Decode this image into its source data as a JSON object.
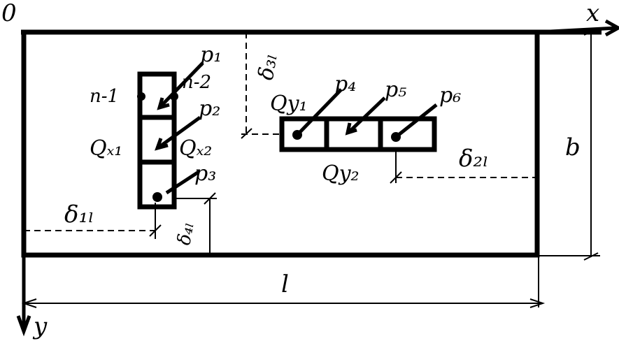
{
  "labels": {
    "origin": "0",
    "x_axis": "x",
    "y_axis": "y",
    "length": "l",
    "width": "b",
    "p1": "p₁",
    "p2": "p₂",
    "p3": "p₃",
    "p4": "p₄",
    "p5": "p₅",
    "p6": "p₆",
    "n1": "n-1",
    "n2": "n-2",
    "qx1": "Qₓ₁",
    "qx2": "Qₓ₂",
    "qy1": "Qy₁",
    "qy2": "Qy₂",
    "d1": "δ₁ₗ",
    "d2": "δ₂ₗ",
    "d3": "δ₃ₗ",
    "d4": "δ₄ₗ"
  }
}
